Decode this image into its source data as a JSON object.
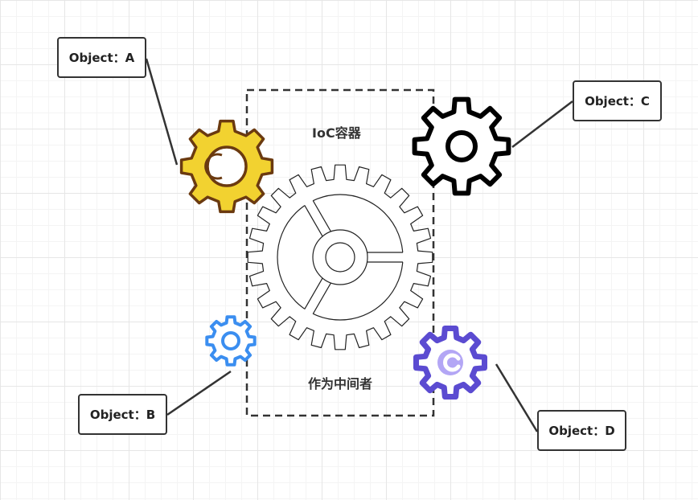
{
  "container": {
    "title": "IoC容器",
    "subtitle": "作为中间者"
  },
  "objects": [
    {
      "id": "a",
      "label": "Object：A",
      "gear_color": "#f2d230",
      "gear_stroke": "#6b3a10",
      "style": "filled-yellow"
    },
    {
      "id": "b",
      "label": "Object：B",
      "gear_color": "#ffffff",
      "gear_stroke": "#3b8ef0",
      "style": "outline-blue"
    },
    {
      "id": "c",
      "label": "Object：C",
      "gear_color": "#ffffff",
      "gear_stroke": "#000000",
      "style": "outline-black"
    },
    {
      "id": "d",
      "label": "Object：D",
      "gear_color": "#b3a6f5",
      "gear_stroke": "#5b4bd1",
      "style": "outline-purple"
    }
  ],
  "icons": {
    "center": "large-gear-icon",
    "a": "gear-icon-yellow",
    "b": "gear-icon-blue",
    "c": "gear-icon-black",
    "d": "gear-icon-purple"
  }
}
